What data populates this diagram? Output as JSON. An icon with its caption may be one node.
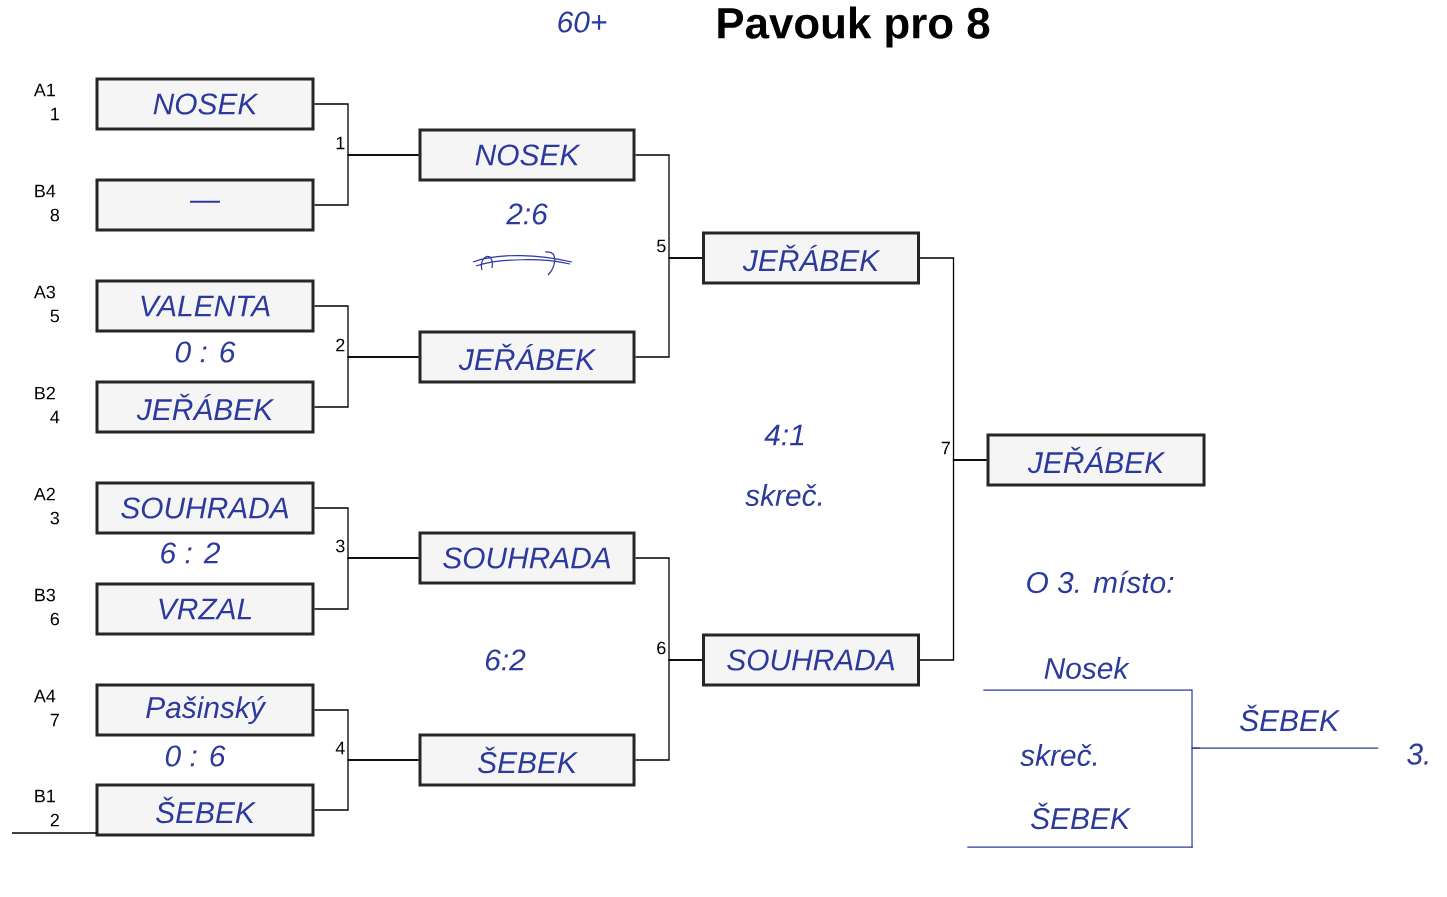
{
  "diagram": {
    "title": "Pavouk pro 8",
    "nodes": [
      {
        "text": [
          "NOSEK"
        ],
        "beside": [
          "A1",
          "1"
        ]
      },
      {
        "text": [
          "—"
        ],
        "beside": [
          "B4",
          "8"
        ]
      },
      {
        "text": [
          "VALENTA"
        ],
        "beside": [
          "A3",
          "5"
        ]
      },
      {
        "text": [
          "JEŘÁBEK"
        ],
        "beside": [
          "B2",
          "4"
        ]
      },
      {
        "text": [
          "SOUHRADA"
        ],
        "beside": [
          "A2",
          "3"
        ]
      },
      {
        "text": [
          "VRZAL"
        ],
        "beside": [
          "B3",
          "6"
        ]
      },
      {
        "text": [
          "Pašinský"
        ],
        "beside": [
          "A4",
          "7"
        ]
      },
      {
        "text": [
          "ŠEBEK"
        ],
        "beside": [
          "B1",
          "2"
        ]
      },
      {
        "text": [
          "NOSEK"
        ]
      },
      {
        "text": [
          "JEŘÁBEK"
        ]
      },
      {
        "text": [
          "SOUHRADA"
        ]
      },
      {
        "text": [
          "ŠEBEK"
        ]
      },
      {
        "text": [
          "JEŘÁBEK"
        ]
      },
      {
        "text": [
          "SOUHRADA"
        ]
      },
      {
        "text": [
          "JEŘÁBEK"
        ]
      },
      {
        "text": [
          "Nosek"
        ]
      },
      {
        "text": [
          "ŠEBEK"
        ]
      },
      {
        "text": [
          "ŠEBEK"
        ],
        "beside": [
          "3."
        ]
      }
    ],
    "edges": [
      {
        "from": 0,
        "to": 8,
        "arrow": "none",
        "label": "1"
      },
      {
        "from": 1,
        "to": 8,
        "arrow": "none"
      },
      {
        "from": 2,
        "to": 9,
        "arrow": "none",
        "label": "2"
      },
      {
        "from": 3,
        "to": 9,
        "arrow": "none"
      },
      {
        "from": 4,
        "to": 10,
        "arrow": "none",
        "label": "3"
      },
      {
        "from": 5,
        "to": 10,
        "arrow": "none"
      },
      {
        "from": 6,
        "to": 11,
        "arrow": "none",
        "label": "4"
      },
      {
        "from": 7,
        "to": 11,
        "arrow": "none"
      },
      {
        "from": 8,
        "to": 12,
        "arrow": "none",
        "label": "5"
      },
      {
        "from": 9,
        "to": 12,
        "arrow": "none"
      },
      {
        "from": 10,
        "to": 13,
        "arrow": "none",
        "label": "6"
      },
      {
        "from": 11,
        "to": 13,
        "arrow": "none"
      },
      {
        "from": 12,
        "to": 14,
        "arrow": "none",
        "label": "7"
      },
      {
        "from": 13,
        "to": 14,
        "arrow": "none"
      },
      {
        "from": 15,
        "to": 17,
        "arrow": "none",
        "color": "#2b3a9c"
      },
      {
        "from": 16,
        "to": 17,
        "arrow": "none",
        "color": "#2b3a9c"
      }
    ],
    "labels": [
      "60+",
      "2:6",
      "0 : 6",
      "4:1",
      "skreč.",
      "6 : 2",
      "O 3. místo:",
      "6:2",
      "0 : 6",
      "skreč."
    ]
  }
}
